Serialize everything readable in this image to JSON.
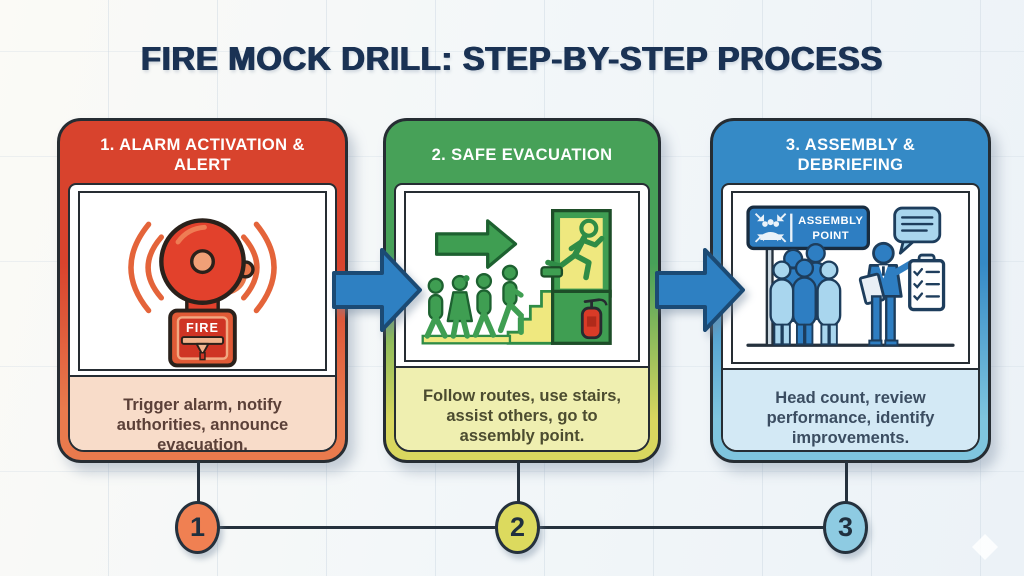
{
  "title": "FIRE MOCK DRILL: STEP-BY-STEP PROCESS",
  "steps": [
    {
      "number": "1",
      "header": "1. ALARM ACTIVATION & ALERT",
      "description": "Trigger alarm, notify authorities, announce evacuation.",
      "icon": "fire-alarm-bell-with-pull-station",
      "accent_color_top": "#d8432d",
      "accent_color_bottom": "#e97a4d",
      "description_bg": "#f8dcc9",
      "circle_color": "#f08052"
    },
    {
      "number": "2",
      "header": "2. SAFE EVACUATION",
      "description": "Follow routes, use stairs, assist others, go to assembly point.",
      "icon": "people-evacuating-stairs-to-exit-door",
      "accent_color_top": "#47a158",
      "accent_color_bottom": "#d9d75f",
      "description_bg": "#efefb0",
      "circle_color": "#dcda5e"
    },
    {
      "number": "3",
      "header": "3. ASSEMBLY & DEBRIEFING",
      "description": "Head count, review performance, identify improvements.",
      "icon": "assembly-point-headcount-checklist",
      "accent_color_top": "#358ac6",
      "accent_color_bottom": "#7fc5de",
      "description_bg": "#d3e9f5",
      "circle_color": "#8ecbe2"
    }
  ],
  "illustration_labels": {
    "fire_pull_station": "FIRE",
    "assembly_sign_line1": "ASSEMBLY",
    "assembly_sign_line2": "POINT"
  },
  "connectors": {
    "arrow_color": "#2e80c2",
    "line_color": "#25313d"
  },
  "colors": {
    "background": "#f3f7f9",
    "title_text": "#1a3254",
    "panel_outline": "#262d33"
  }
}
